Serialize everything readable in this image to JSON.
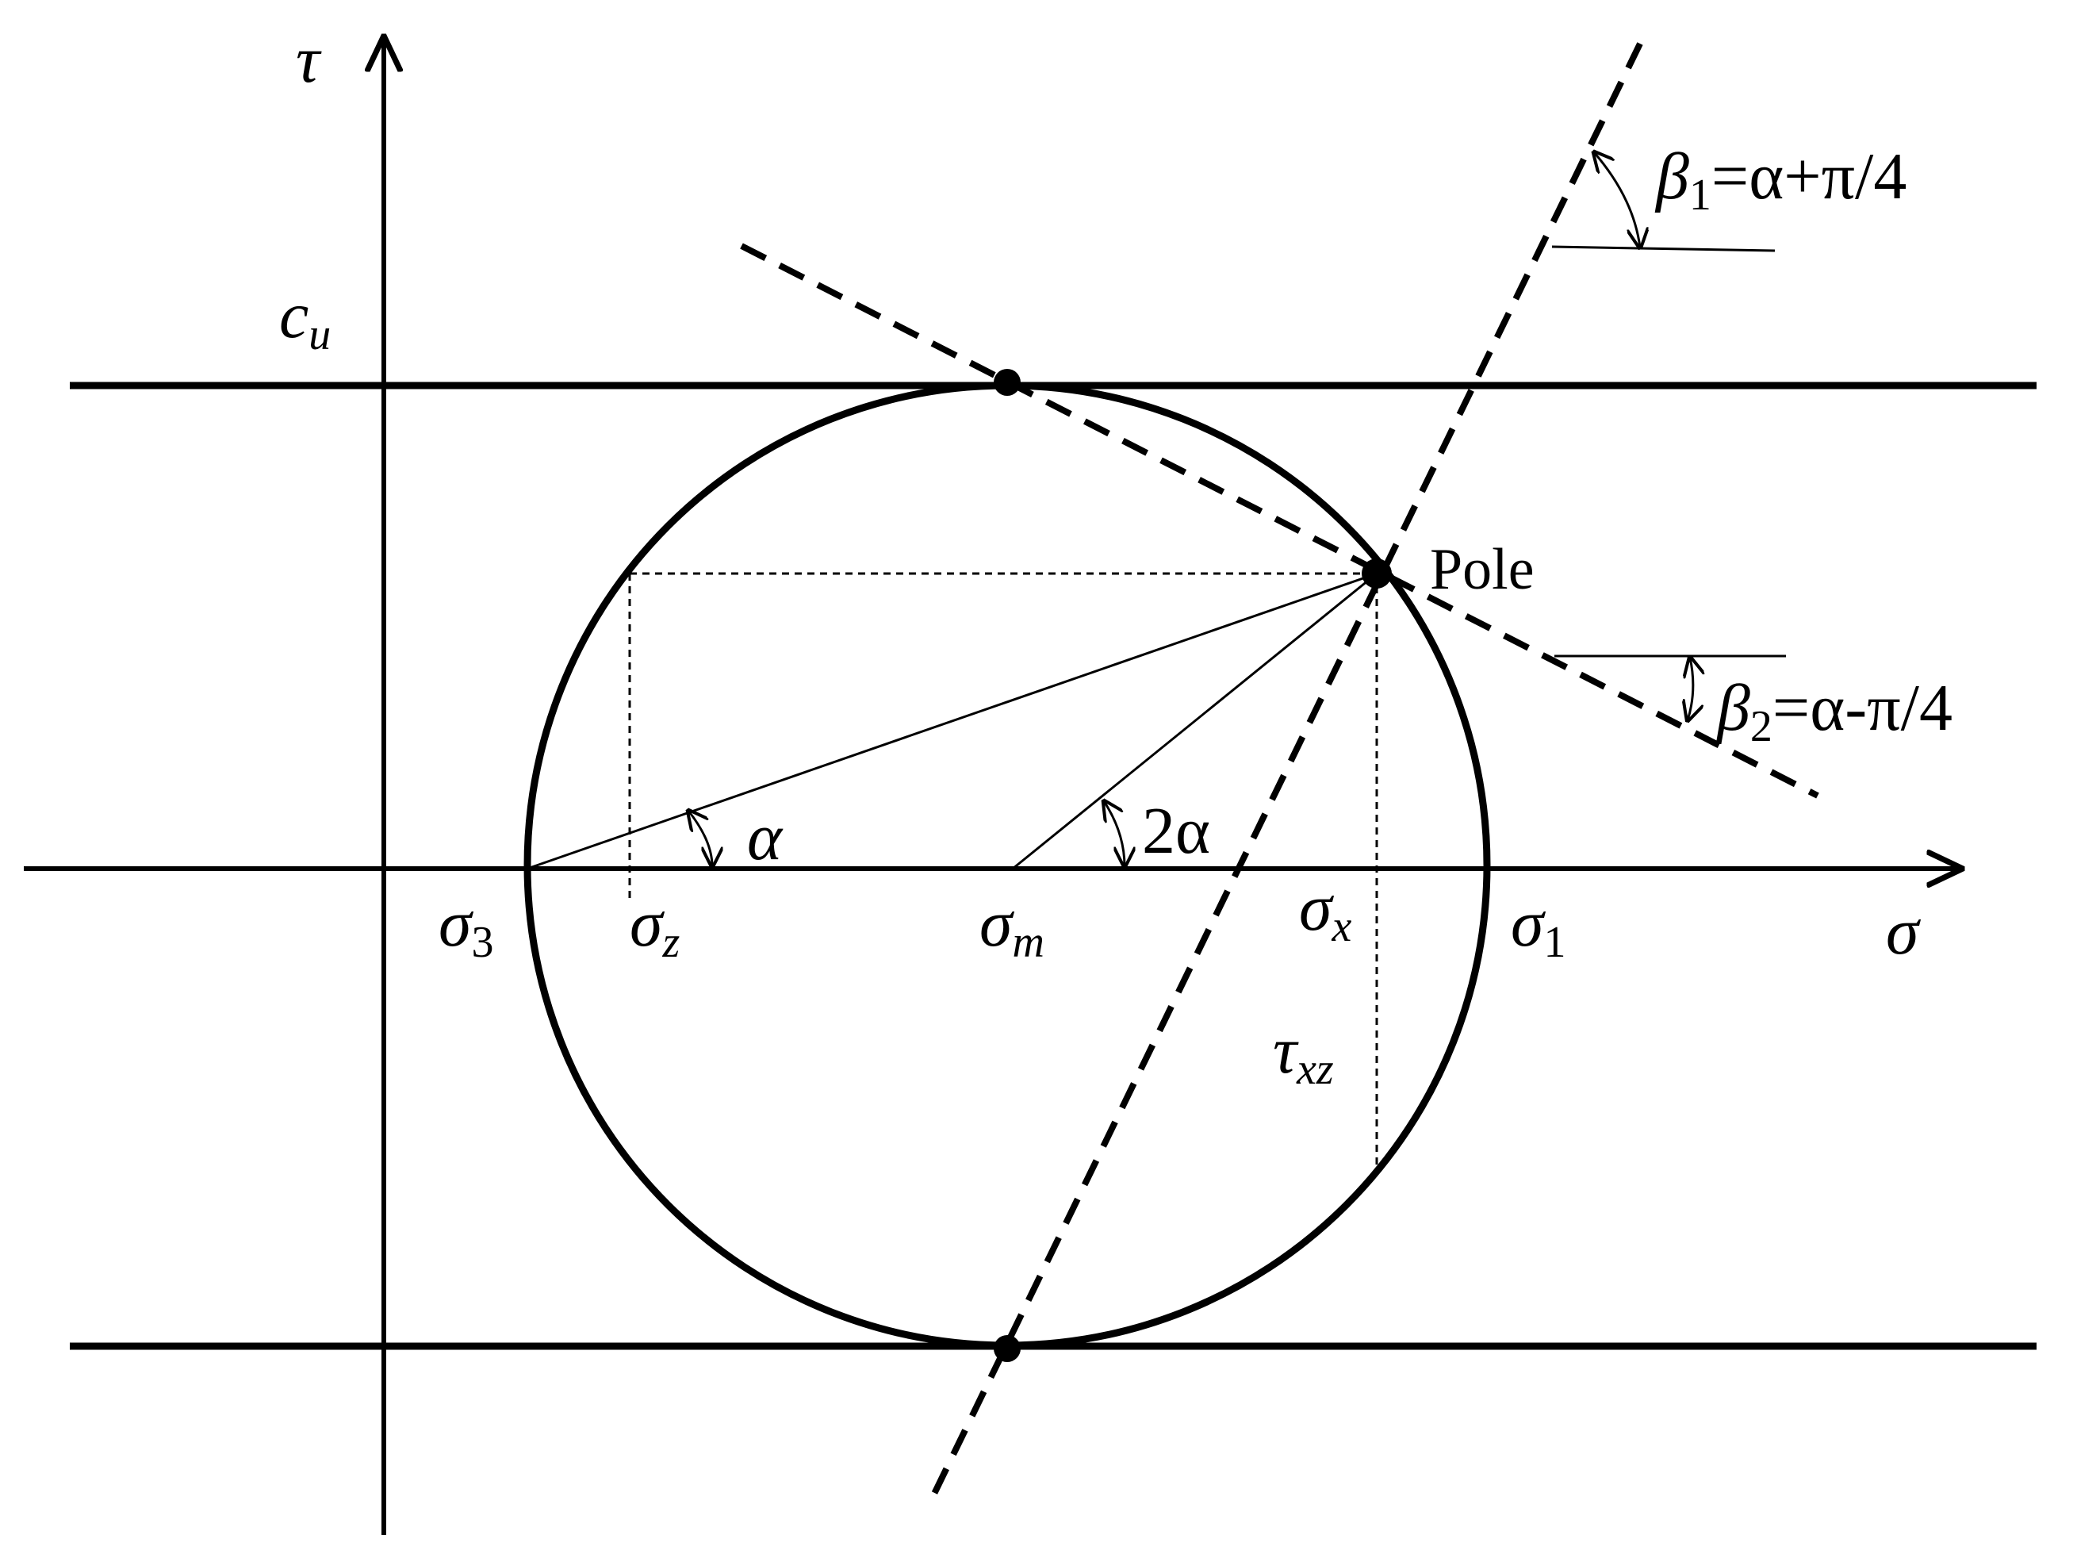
{
  "labels": {
    "tau": "τ",
    "sigma": "σ",
    "cu": "c",
    "cu_sub": "u",
    "sigma3_sub": "3",
    "sigmaz_sub": "z",
    "sigmam_sub": "m",
    "sigmax_sub": "x",
    "sigma1_sub": "1",
    "tauxz_sub": "xz",
    "alpha": "α",
    "two_alpha": "2α",
    "pole": "Pole",
    "beta": "β",
    "beta1_sub": "1",
    "beta1_rest": "=α+π/4",
    "beta2_sub": "2",
    "beta2_rest": "=α-π/4"
  }
}
